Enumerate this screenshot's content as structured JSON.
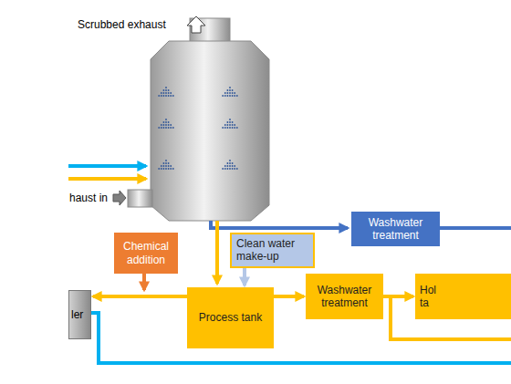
{
  "diagram": {
    "nodes": [
      {
        "text": [
          "Washwater treatment"
        ]
      },
      {
        "text": [
          "Chemical addition"
        ]
      },
      {
        "text": [
          "Clean water make-up"
        ]
      },
      {
        "text": [
          "ler"
        ]
      },
      {
        "text": [
          "Process tank"
        ]
      },
      {
        "text": [
          "Washwater treatment"
        ]
      },
      {
        "text": [
          "Hol ta"
        ]
      }
    ],
    "edges": [
      {
        "from": 2,
        "to": 4,
        "arrow": "to"
      },
      {
        "from": 4,
        "to": 3,
        "arrow": "to"
      },
      {
        "from": 4,
        "to": 5,
        "arrow": "to"
      },
      {
        "from": 5,
        "to": 6,
        "arrow": "to"
      }
    ],
    "labels": [
      "Scrubbed exhaust",
      "haust in"
    ]
  }
}
